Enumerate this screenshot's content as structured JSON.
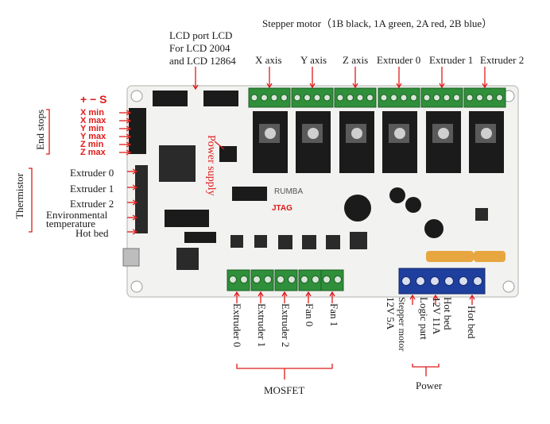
{
  "colors": {
    "board": "#f2f2f0",
    "header_black": "#1b1b1b",
    "terminal_green": "#2f8f3a",
    "terminal_blue": "#1f3f9e",
    "annotation_red": "#e01a1a",
    "text": "#1a1a1a",
    "chip": "#2a2a2a",
    "cap_orange": "#e8a640"
  },
  "top": {
    "lcd_line1": "LCD  port  LCD",
    "lcd_line2": "For LCD 2004",
    "lcd_line3": "and LCD 12864",
    "stepper_title": "Stepper motor（1B black,   1A green,   2A red, 2B blue）",
    "stepper_axes": [
      "X  axis",
      "Y  axis",
      "Z  axis",
      "Extruder 0",
      "Extruder 1",
      "Extruder 2"
    ]
  },
  "left": {
    "pin_header": "+  −  S",
    "end_stops_title": "End stops",
    "end_stops": [
      "X min",
      "X max",
      "Y min",
      "Y max",
      "Z min",
      "Z max"
    ],
    "thermistor_title": "Thermistor",
    "thermistors": [
      "Extruder 0",
      "Extruder 1",
      "Extruder 2",
      "Environmental",
      "temperature",
      "Hot bed"
    ]
  },
  "board": {
    "power_supply": "Power supply",
    "jtag": "JTAG",
    "rumba": "RUMBA"
  },
  "bottom": {
    "mosfet_outputs": [
      "Extruder 0",
      "Extruder 1",
      "Extruder 2",
      "Fan 0",
      "Fan 1"
    ],
    "mosfet_title": "MOSFET",
    "power_outputs": [
      "12V 5A",
      "Stepper motor",
      "Logic part",
      "12V 11A",
      "Hot bed",
      "Hot bed"
    ],
    "power_title": "Power"
  }
}
